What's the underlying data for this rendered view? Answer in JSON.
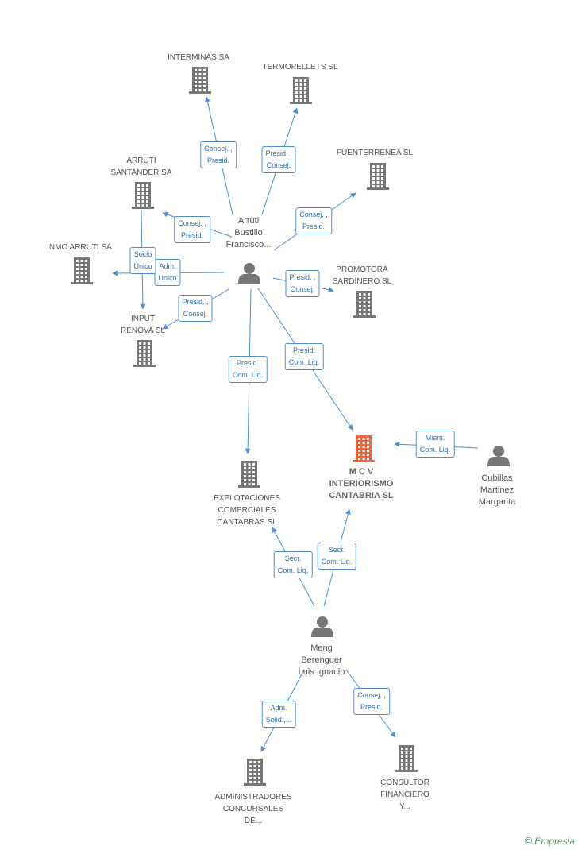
{
  "companies": [
    {
      "id": "interminas",
      "label": "INTERMINAS SA",
      "focus": false
    },
    {
      "id": "termopellets",
      "label": "TERMOPELLETS SL",
      "focus": false
    },
    {
      "id": "fuenterrenea",
      "label": "FUENTERRENEA SL",
      "focus": false
    },
    {
      "id": "arruti_santander",
      "label": "ARRUTI\nSANTANDER SA",
      "focus": false
    },
    {
      "id": "inmo_arruti",
      "label": "INMO ARRUTI SA",
      "focus": false
    },
    {
      "id": "promotora",
      "label": "PROMOTORA\nSARDINERO SL",
      "focus": false
    },
    {
      "id": "input_renova",
      "label": "INPUT\nRENOVA SL",
      "focus": false
    },
    {
      "id": "explotaciones",
      "label": "EXPLOTACIONES\nCOMERCIALES\nCANTABRAS SL",
      "focus": false
    },
    {
      "id": "mcv",
      "label": "M C V\nINTERIORISMO\nCANTABRIA SL",
      "focus": true
    },
    {
      "id": "administradores",
      "label": "ADMINISTRADORES\nCONCURSALES\nDE...",
      "focus": false
    },
    {
      "id": "consultor",
      "label": "CONSULTOR\nFINANCIERO\nY...",
      "focus": false
    }
  ],
  "persons": [
    {
      "id": "arruti",
      "label": "Arruti\nBustillo\nFrancisco..."
    },
    {
      "id": "cubillas",
      "label": "Cubillas\nMartinez\nMargarita"
    },
    {
      "id": "meng",
      "label": "Meng\nBerenguer\nLuis Ignacio"
    }
  ],
  "relations": [
    {
      "from": "arruti",
      "to": "interminas",
      "label": "Consej. ,\nPresid."
    },
    {
      "from": "arruti",
      "to": "termopellets",
      "label": "Presid. ,\nConsej."
    },
    {
      "from": "arruti",
      "to": "fuenterrenea",
      "label": "Consej. ,\nPresid."
    },
    {
      "from": "arruti",
      "to": "arruti_santander",
      "label": "Consej. ,\nPresid."
    },
    {
      "from": "arruti",
      "to": "inmo_arruti",
      "label": "Adm.\nUnico"
    },
    {
      "from": "arruti_santander",
      "to": "input_renova",
      "label": "Socio\nÚnico"
    },
    {
      "from": "arruti",
      "to": "promotora",
      "label": "Presid. ,\nConsej."
    },
    {
      "from": "arruti",
      "to": "input_renova",
      "label": "Presid. ,\nConsej."
    },
    {
      "from": "arruti",
      "to": "explotaciones",
      "label": "Presid.\nCom. Liq."
    },
    {
      "from": "arruti",
      "to": "mcv",
      "label": "Presid.\nCom. Liq."
    },
    {
      "from": "cubillas",
      "to": "mcv",
      "label": "Miem.\nCom. Liq."
    },
    {
      "from": "meng",
      "to": "explotaciones",
      "label": "Secr.\nCom. Liq."
    },
    {
      "from": "meng",
      "to": "mcv",
      "label": "Secr.\nCom. Liq."
    },
    {
      "from": "meng",
      "to": "administradores",
      "label": "Adm.\nSolid.,..."
    },
    {
      "from": "meng",
      "to": "consultor",
      "label": "Consej. ,\nPresid."
    }
  ],
  "colors": {
    "edge": "#4a8fd8",
    "building": "#777777",
    "focus_building": "#f0643c",
    "person": "#777777"
  },
  "brand": {
    "symbol": "©",
    "name": "Empresia"
  }
}
